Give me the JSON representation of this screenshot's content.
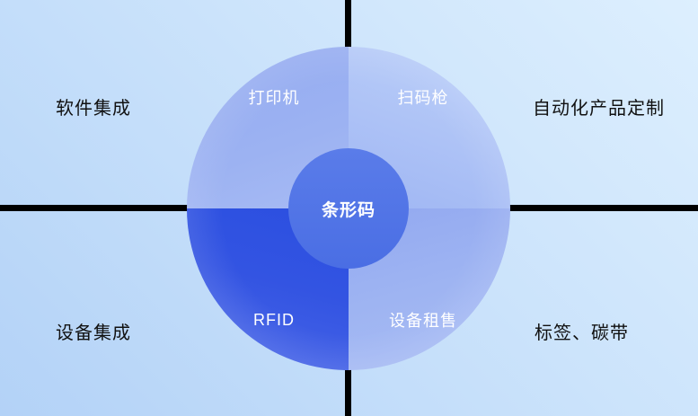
{
  "diagram": {
    "center": {
      "label": "条形码"
    },
    "quadrants": [
      {
        "id": "top-left",
        "label": "打印机"
      },
      {
        "id": "top-right",
        "label": "扫码枪"
      },
      {
        "id": "bottom-left",
        "label": "RFID"
      },
      {
        "id": "bottom-right",
        "label": "设备租售"
      }
    ],
    "corners": [
      {
        "id": "top-left",
        "label": "软件集成"
      },
      {
        "id": "top-right",
        "label": "自动化产品定制"
      },
      {
        "id": "bottom-left",
        "label": "设备集成"
      },
      {
        "id": "bottom-right",
        "label": "标签、碳带"
      }
    ],
    "colors": {
      "background_light": "#ddeffe",
      "background_dark": "#b3d2f7",
      "segment_printer": "#97adf1",
      "segment_scanner": "#aec3f6",
      "segment_rfid": "#2b4fe0",
      "segment_rental": "#9db3f2",
      "center_circle": "#4e72e6",
      "axis": "#000000",
      "segment_text": "#ffffff",
      "corner_text": "#111111"
    }
  }
}
